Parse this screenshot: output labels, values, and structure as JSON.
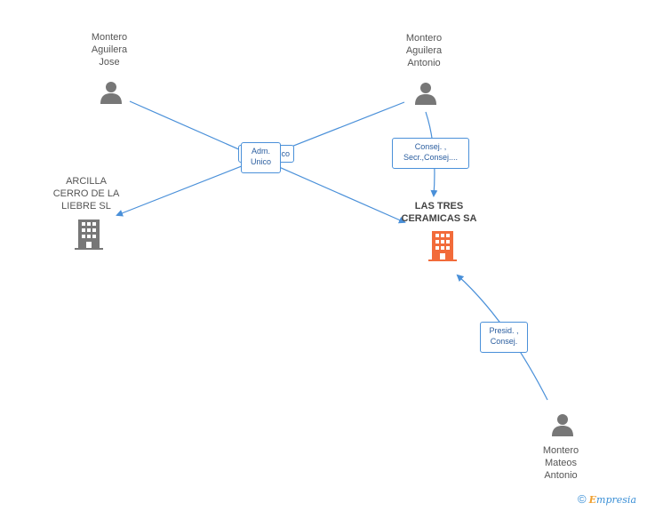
{
  "nodes": {
    "person_jose": {
      "lines": [
        "Montero",
        "Aguilera",
        "Jose"
      ],
      "icon": "person-icon"
    },
    "person_antonio": {
      "lines": [
        "Montero",
        "Aguilera",
        "Antonio"
      ],
      "icon": "person-icon"
    },
    "company_arcilla": {
      "lines": [
        "ARCILLA",
        "CERRO DE LA",
        "LIEBRE SL"
      ],
      "icon": "building-icon"
    },
    "company_main": {
      "lines": [
        "LAS TRES",
        "CERAMICAS SA"
      ],
      "icon": "building-icon"
    },
    "person_mateos": {
      "lines": [
        "Montero",
        "Mateos",
        "Antonio"
      ],
      "icon": "person-icon"
    }
  },
  "edges": {
    "adm_unico_front": {
      "lines": [
        "Adm.",
        "Unico"
      ]
    },
    "adm_unico_back": {
      "lines": [
        "Adm. Unico"
      ]
    },
    "consej": {
      "lines": [
        "Consej. ,",
        "Secr.,Consej...."
      ]
    },
    "presid": {
      "lines": [
        "Presid. ,",
        "Consej."
      ]
    }
  },
  "colors": {
    "edge": "#4a90d9",
    "person_icon": "#777777",
    "company_icon": "#777777",
    "main_company_icon": "#f26b3a"
  },
  "footer": {
    "copyright": "©",
    "brand_first": "E",
    "brand_rest": "mpresia"
  }
}
